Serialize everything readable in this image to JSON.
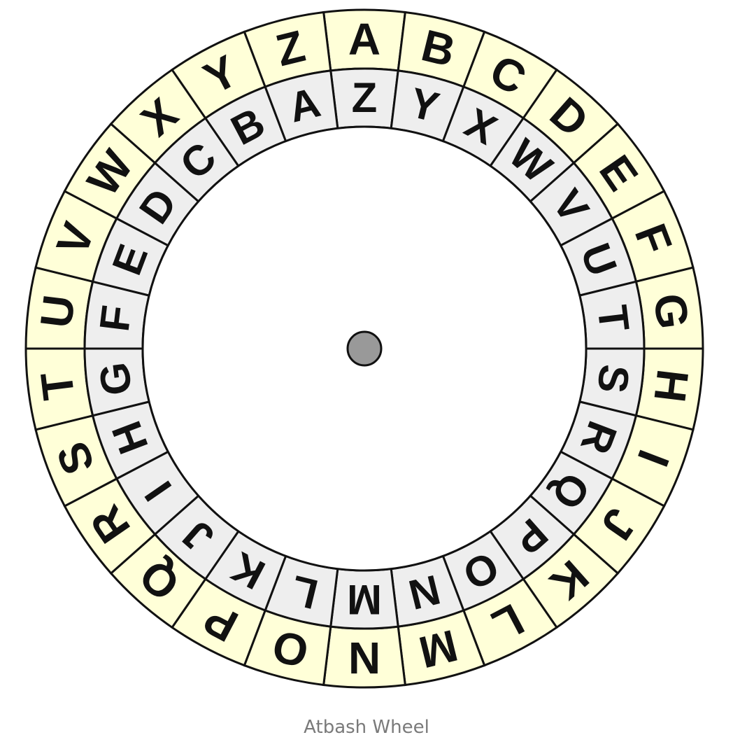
{
  "outer_ring": {
    "letters": [
      "A",
      "B",
      "C",
      "D",
      "E",
      "F",
      "G",
      "H",
      "I",
      "J",
      "K",
      "L",
      "M",
      "N",
      "O",
      "P",
      "Q",
      "R",
      "S",
      "T",
      "U",
      "V",
      "W",
      "X",
      "Y",
      "Z"
    ],
    "fill": "#ffffd8"
  },
  "inner_ring": {
    "letters": [
      "Z",
      "Y",
      "X",
      "W",
      "V",
      "U",
      "T",
      "S",
      "R",
      "Q",
      "P",
      "O",
      "N",
      "M",
      "L",
      "K",
      "J",
      "I",
      "H",
      "G",
      "F",
      "E",
      "D",
      "C",
      "B",
      "A"
    ],
    "fill": "#eeeeee"
  },
  "center_hub": {
    "fill": "#999999"
  },
  "caption": "Atbash Wheel"
}
